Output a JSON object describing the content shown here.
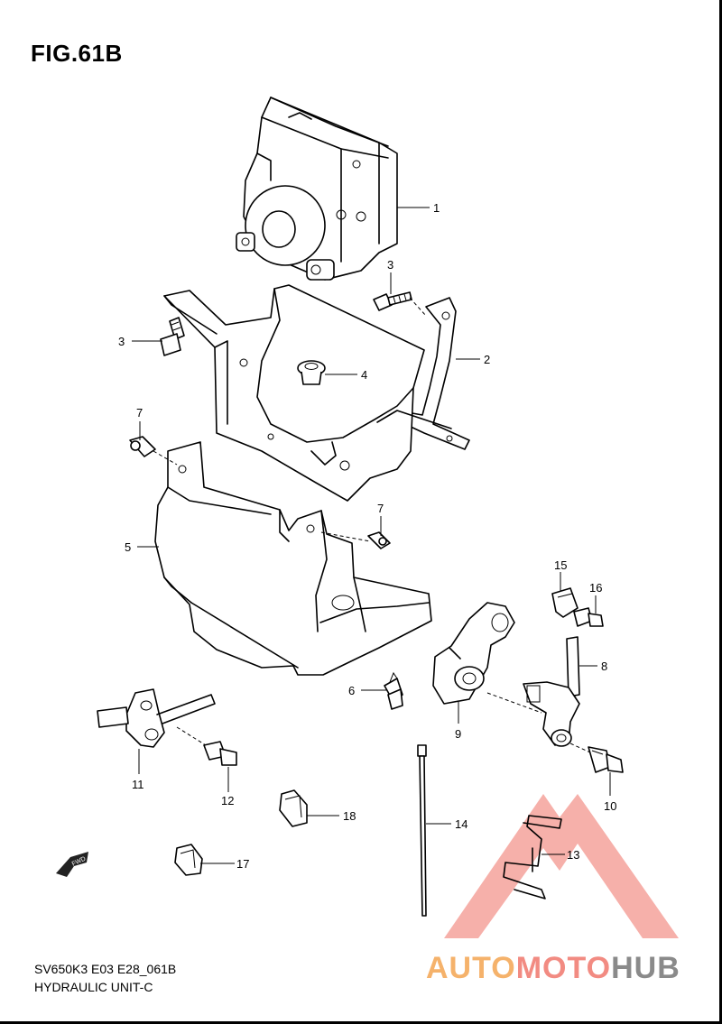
{
  "figure": {
    "title": "FIG.61B",
    "code": "SV650K3 E03 E28_061B",
    "name": "HYDRAULIC UNIT-C",
    "fwd_label": "FWD"
  },
  "callouts": [
    "1",
    "2",
    "3",
    "3",
    "4",
    "5",
    "6",
    "7",
    "7",
    "8",
    "9",
    "10",
    "11",
    "12",
    "13",
    "14",
    "15",
    "16",
    "17",
    "18"
  ],
  "watermark": {
    "text_a": "AUTO",
    "text_b": "MOTO",
    "text_c": "HUB",
    "color_a": "#f5b26b",
    "color_b": "#f28b82",
    "color_c": "#8a8a8a",
    "triangle_color": "#f28b82"
  }
}
